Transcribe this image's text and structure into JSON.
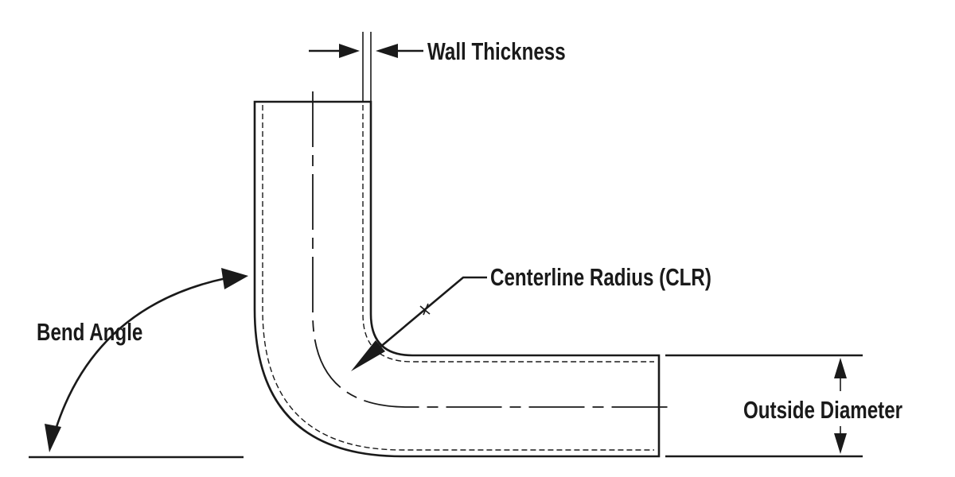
{
  "labels": {
    "wall_thickness": "Wall Thickness",
    "centerline_radius": "Centerline Radius (CLR)",
    "bend_angle": "Bend Angle",
    "outside_diameter": "Outside Diameter"
  },
  "colors": {
    "line": "#1a1a1a",
    "background": "#ffffff"
  }
}
